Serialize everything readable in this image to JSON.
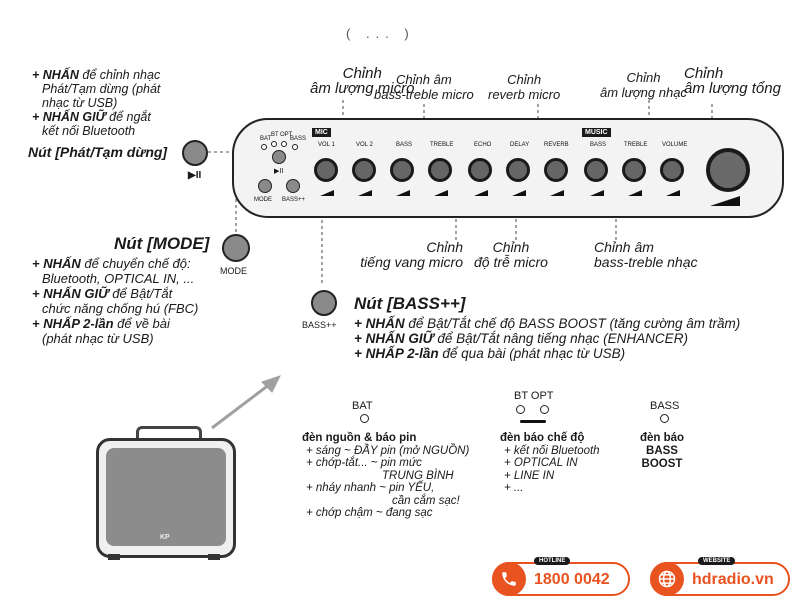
{
  "top_caption": "( ... )",
  "callouts": {
    "mic_volume": [
      "Chỉnh",
      "âm lượng micro"
    ],
    "mic_bass_treble": [
      "Chỉnh âm",
      "bass-treble micro"
    ],
    "mic_reverb": [
      "Chỉnh",
      "reverb micro"
    ],
    "music_volume": [
      "Chỉnh",
      "âm lượng nhạc"
    ],
    "master_volume": [
      "Chỉnh",
      "âm lượng tổng"
    ],
    "mic_echo": [
      "Chỉnh",
      "tiếng vang micro"
    ],
    "mic_delay": [
      "Chỉnh",
      "độ trễ micro"
    ],
    "music_bass_treble": [
      "Chỉnh âm",
      "bass-treble nhạc"
    ]
  },
  "play_pause": {
    "lines": [
      {
        "strong": "+ NHẤN",
        "text": " để chỉnh nhạc"
      },
      {
        "strong": "",
        "text": "Phát/Tạm dừng (phát"
      },
      {
        "strong": "",
        "text": "nhạc từ USB)"
      },
      {
        "strong": "+ NHẤN GIỮ",
        "text": " để ngắt"
      },
      {
        "strong": "",
        "text": "kết nối Bluetooth"
      }
    ],
    "title": "Nút [Phát/Tạm dừng]",
    "icon_label": "▶II"
  },
  "mode": {
    "title": "Nút [MODE]",
    "lines": [
      {
        "strong": "+ NHẤN",
        "text": " để chuyển chế độ:"
      },
      {
        "strong": "",
        "text": "Bluetooth, OPTICAL IN, ..."
      },
      {
        "strong": "+ NHẤN GIỮ",
        "text": " để Bật/Tắt"
      },
      {
        "strong": "",
        "text": "chức năng chống hú (FBC)"
      },
      {
        "strong": "+ NHẤP 2-lần",
        "text": " để về bài"
      },
      {
        "strong": "",
        "text": "(phát nhạc từ USB)"
      }
    ],
    "button_label": "MODE"
  },
  "bass": {
    "title": "Nút [BASS++]",
    "lines": [
      {
        "strong": "+ NHẤN",
        "text": " để Bật/Tắt chế độ BASS BOOST (tăng cường âm trầm)"
      },
      {
        "strong": "+ NHẤN GIỮ",
        "text": " để Bật/Tắt nâng tiếng nhạc (ENHANCER)"
      },
      {
        "strong": "+ NHẤP 2-lần",
        "text": " để qua bài (phát nhạc từ USB)"
      }
    ],
    "button_label": "BASS++"
  },
  "panel": {
    "mic_tag": "MIC",
    "music_tag": "MUSIC",
    "led_labels": [
      "BAT",
      "BT",
      "OPT",
      "BASS"
    ],
    "play_symbol": "▶II",
    "mode_label": "MODE",
    "bass_label": "BASS++",
    "knob_labels": [
      "VOL 1",
      "VOL 2",
      "BASS",
      "TREBLE",
      "ECHO",
      "DELAY",
      "REVERB",
      "BASS",
      "TREBLE",
      "VOLUME"
    ]
  },
  "leds": {
    "bat": {
      "label": "BAT",
      "title": "đèn nguồn & báo pin",
      "lines": [
        "+ sáng ~ ĐẦY pin (mở NGUỒN)",
        "+ chớp-tắt... ~ pin mức",
        "TRUNG BÌNH",
        "+ nháy nhanh ~ pin YẾU,",
        "cần cắm sạc!",
        "+ chớp chậm ~ đang sạc"
      ]
    },
    "btopt": {
      "label": "BT OPT",
      "title": "đèn báo chế độ",
      "lines": [
        "+ kết nối Bluetooth",
        "+ OPTICAL IN",
        "+ LINE IN",
        "+ ..."
      ]
    },
    "bass": {
      "label": "BASS",
      "title": "đèn báo",
      "title2": "BASS BOOST"
    }
  },
  "speaker_logo": "KP",
  "hotline": {
    "label": "HOTLINE",
    "number": "1800 0042"
  },
  "website": {
    "label": "WEBSITE",
    "url": "hdradio.vn"
  },
  "colors": {
    "accent": "#e8531f",
    "panel": "#f3f3f3",
    "ink": "#1a1a1a"
  }
}
